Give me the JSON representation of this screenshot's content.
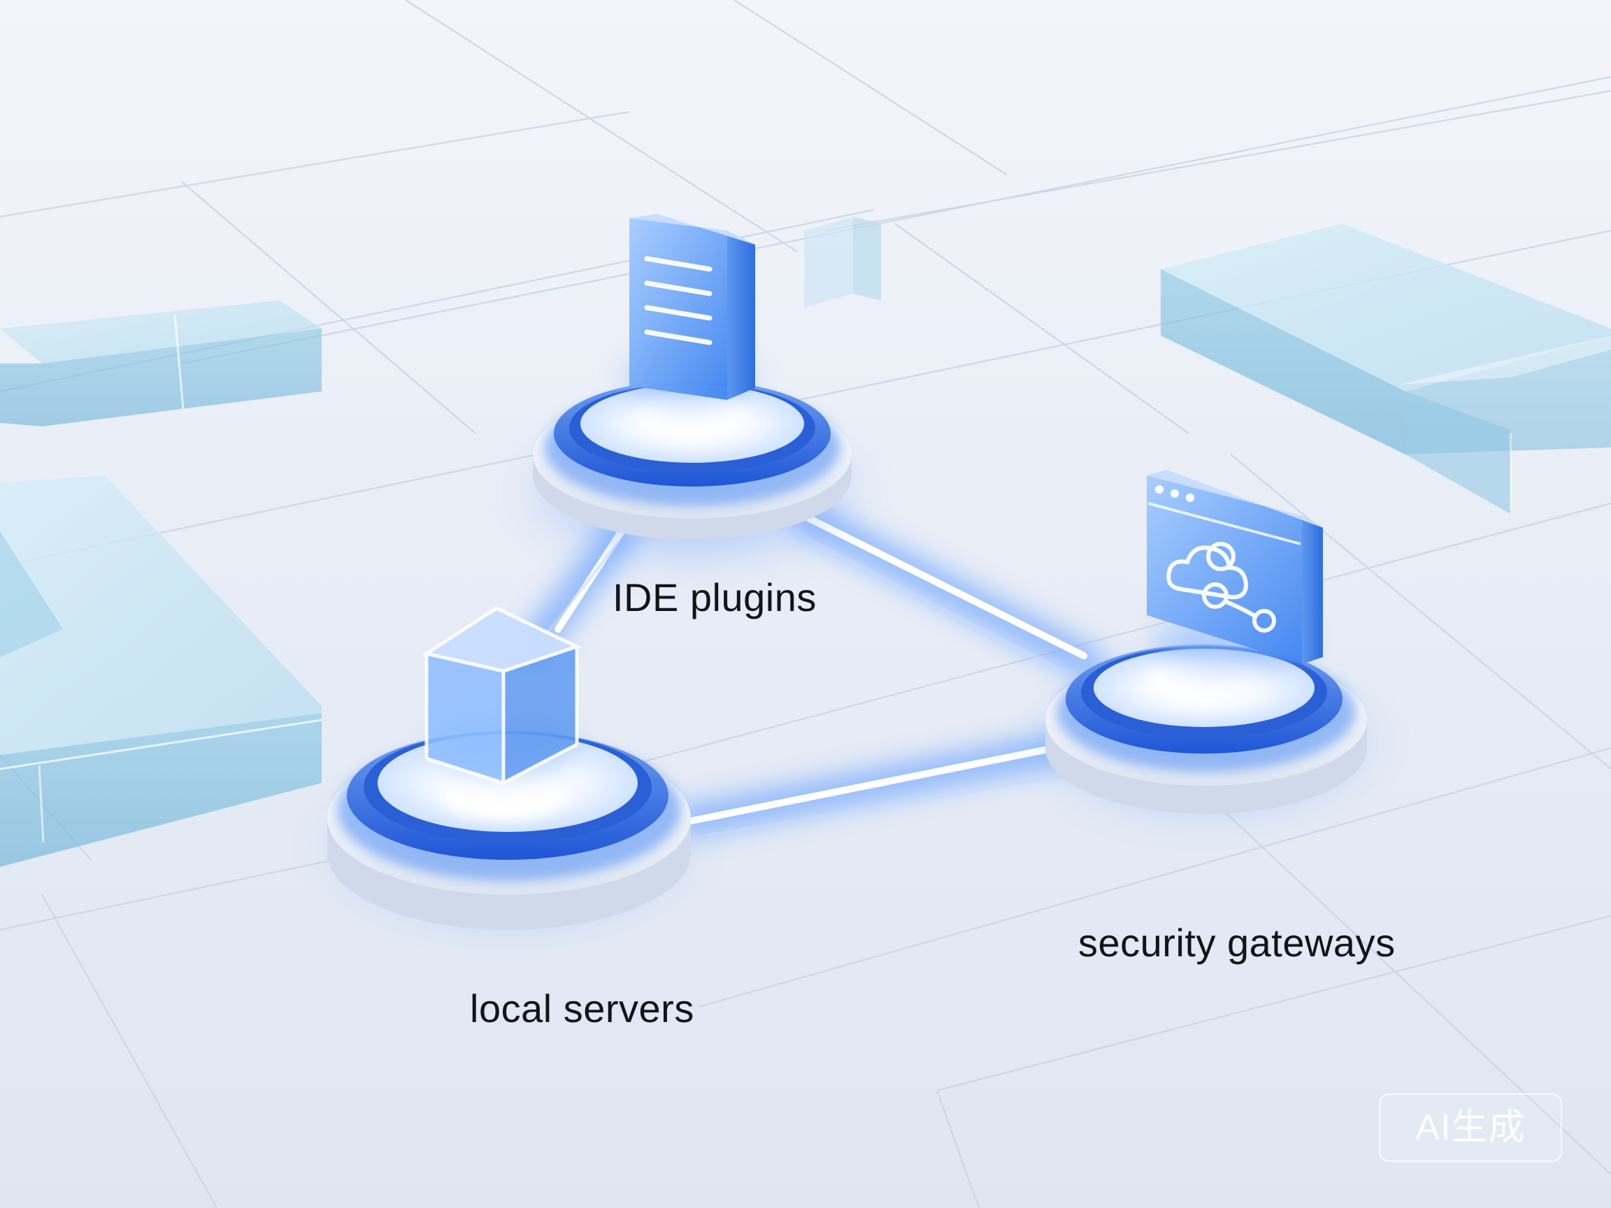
{
  "nodes": {
    "ide": {
      "label": "IDE plugins",
      "icon": "document-icon"
    },
    "local": {
      "label": "local servers",
      "icon": "cube-icon"
    },
    "security": {
      "label": "security gateways",
      "icon": "cloud-window-icon"
    }
  },
  "badge": {
    "text": "AI生成"
  },
  "colors": {
    "accent": "#2f6fe6",
    "glow": "#7fb2ff",
    "floor": "#e9eef6",
    "glass": "#a9d6ee"
  }
}
